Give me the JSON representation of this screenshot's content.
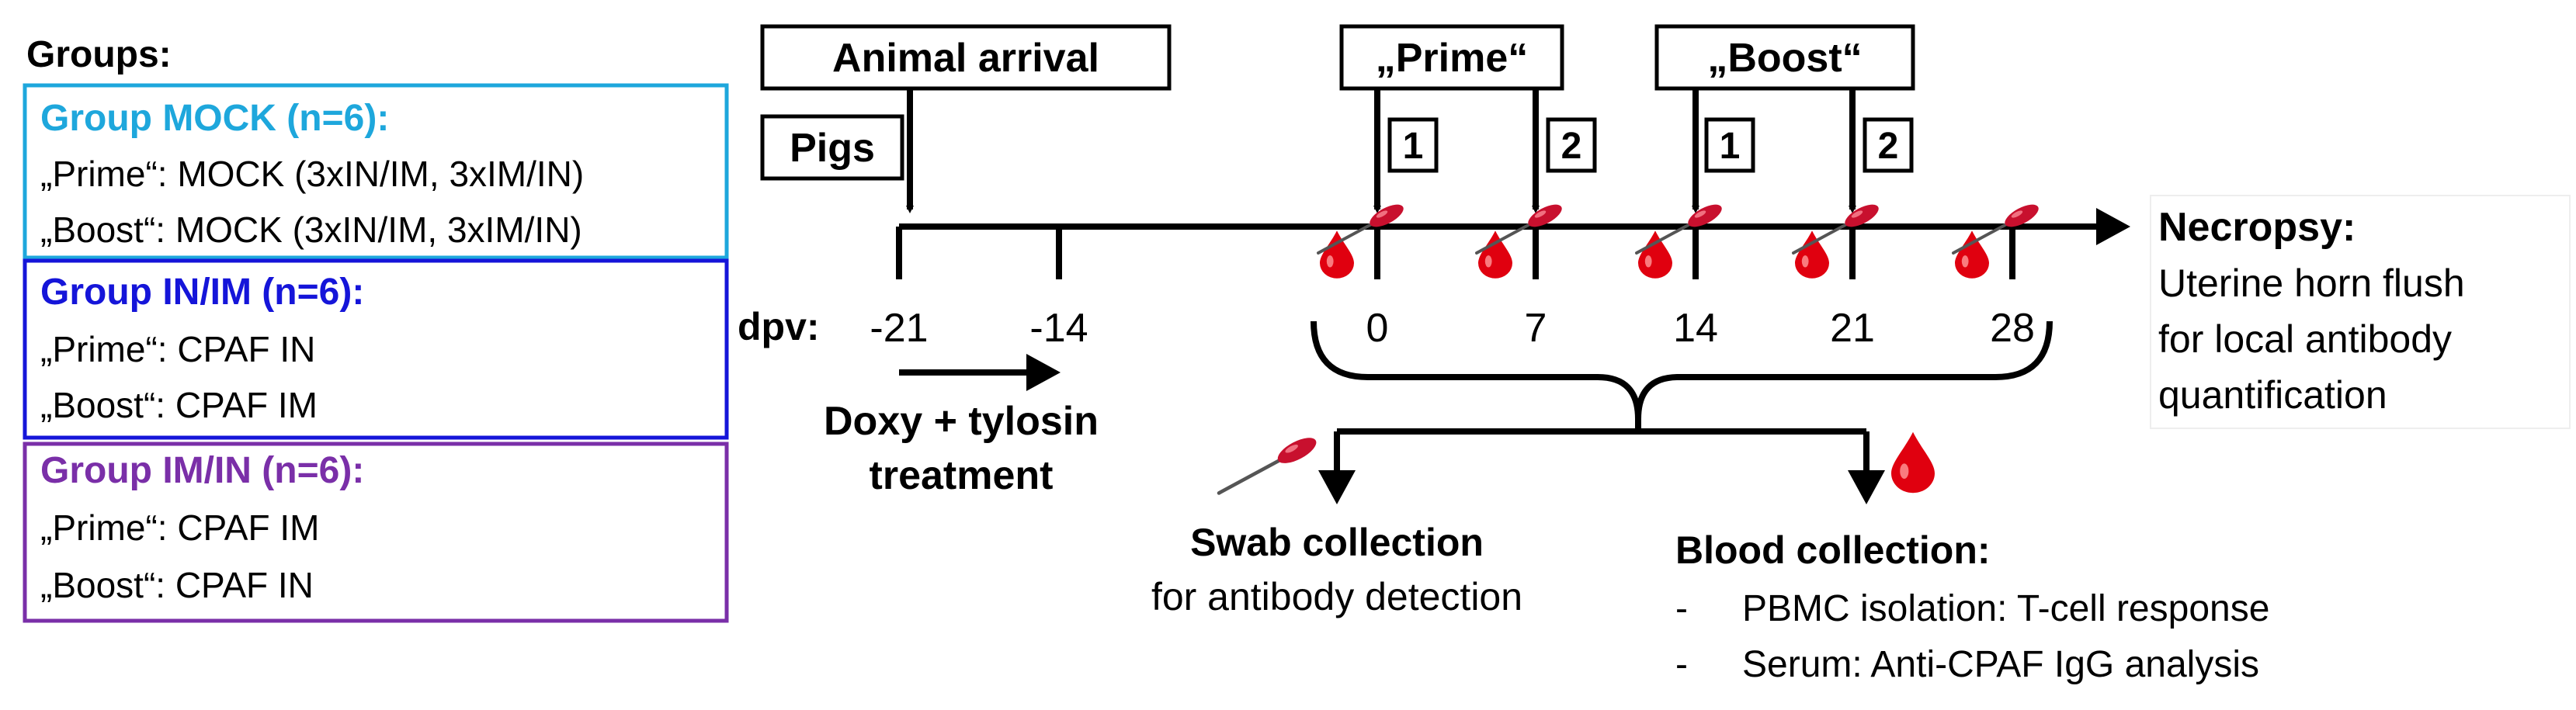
{
  "groups": {
    "heading": "Groups:",
    "items": [
      {
        "title": "Group MOCK (n=6):",
        "color": "#1EA7DC",
        "line1": "„Prime“: MOCK (3xIN/IM, 3xIM/IN)",
        "line2": "„Boost“: MOCK (3xIN/IM, 3xIM/IN)"
      },
      {
        "title": "Group IN/IM (n=6):",
        "color": "#1515D9",
        "line1": "„Prime“: CPAF IN",
        "line2": "„Boost“: CPAF IM"
      },
      {
        "title": "Group IM/IN (n=6):",
        "color": "#7A2FA8",
        "line1": "„Prime“: CPAF IM",
        "line2": "„Boost“: CPAF IN"
      }
    ]
  },
  "timeline": {
    "animal_arrival": "Animal arrival",
    "pigs": "Pigs",
    "prime": "„Prime“",
    "boost": "„Boost“",
    "dose_1": "1",
    "dose_2": "2",
    "dpv_label": "dpv:",
    "days": [
      "-21",
      "-14",
      "0",
      "7",
      "14",
      "21",
      "28"
    ],
    "treatment_line1": "Doxy + tylosin",
    "treatment_line2": "treatment"
  },
  "necropsy": {
    "title": "Necropsy:",
    "lines": [
      "Uterine horn flush",
      "for local antibody",
      "quantification"
    ]
  },
  "swab": {
    "title": "Swab collection",
    "subtitle": "for antibody detection"
  },
  "blood": {
    "title": "Blood collection:",
    "items": [
      "PBMC isolation: T-cell response",
      "Serum: Anti-CPAF IgG analysis"
    ],
    "bullet": "-"
  },
  "icons": {
    "blood_drop": "blood-drop-icon",
    "swab": "swab-icon",
    "drop_color": "#E0000F",
    "swab_color": "#C8102E"
  }
}
